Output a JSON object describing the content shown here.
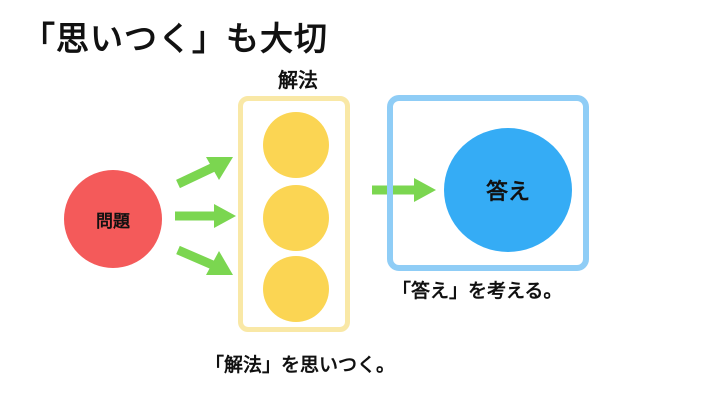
{
  "title": "「思いつく」も大切",
  "method": {
    "label": "解法",
    "caption": "「解法」を思いつく。",
    "circle_color": "#fbd553",
    "box_color": "#f9e8a6"
  },
  "problem": {
    "label": "問題",
    "color": "#f45a5a"
  },
  "answer": {
    "label": "答え",
    "caption": "「答え」を考える。",
    "circle_color": "#35acf5",
    "box_color": "#8fcdf6"
  },
  "arrow_color": "#7bd650"
}
